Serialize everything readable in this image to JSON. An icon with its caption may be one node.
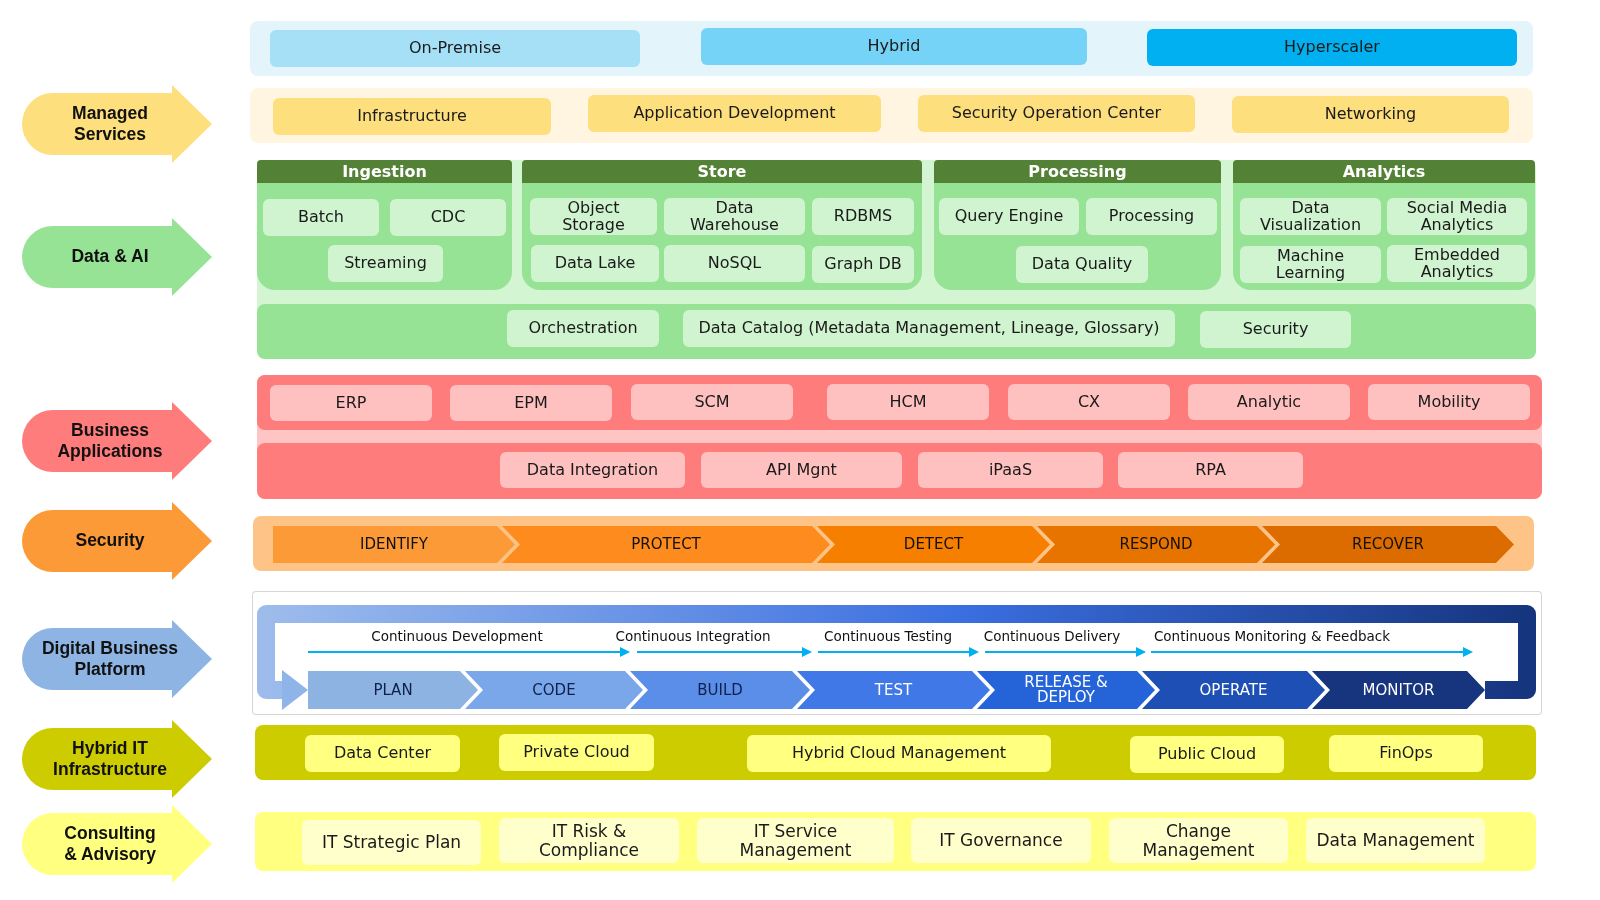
{
  "diagram": {
    "nodes": [
      {
        "text": [],
        "shape": "box"
      },
      {
        "text": [
          "On-Premise"
        ],
        "in": 0
      },
      {
        "text": [
          "Hybrid"
        ],
        "in": 0
      },
      {
        "text": [
          "Hyperscaler"
        ],
        "in": 0
      },
      {
        "text": [
          "Managed Services"
        ]
      },
      {
        "text": [],
        "shape": "box"
      },
      {
        "text": [
          "Infrastructure"
        ],
        "in": 5
      },
      {
        "text": [
          "Application Development"
        ],
        "in": 5
      },
      {
        "text": [
          "Security Operation Center"
        ],
        "in": 5
      },
      {
        "text": [
          "Networking"
        ],
        "in": 5
      },
      {
        "text": [
          "Data & AI"
        ]
      },
      {
        "text": [],
        "shape": "box"
      },
      {
        "text": [
          "Ingestion"
        ],
        "in": 11
      },
      {
        "text": [
          "Batch"
        ],
        "in": 12
      },
      {
        "text": [
          "CDC"
        ],
        "in": 12
      },
      {
        "text": [
          "Streaming"
        ],
        "in": 12
      },
      {
        "text": [
          "Store"
        ],
        "in": 11
      },
      {
        "text": [
          "Object Storage"
        ],
        "in": 16
      },
      {
        "text": [
          "Data Warehouse"
        ],
        "in": 16
      },
      {
        "text": [
          "RDBMS"
        ],
        "in": 16
      },
      {
        "text": [
          "Data Lake"
        ],
        "in": 16
      },
      {
        "text": [
          "NoSQL"
        ],
        "in": 16
      },
      {
        "text": [
          "Graph DB"
        ],
        "in": 16
      },
      {
        "text": [
          "Processing"
        ],
        "in": 11
      },
      {
        "text": [
          "Query Engine"
        ],
        "in": 23
      },
      {
        "text": [
          "Processing"
        ],
        "in": 23
      },
      {
        "text": [
          "Data Quality"
        ],
        "in": 23
      },
      {
        "text": [
          "Analytics"
        ],
        "in": 11
      },
      {
        "text": [
          "Data Visualization"
        ],
        "in": 27
      },
      {
        "text": [
          "Social Media Analytics"
        ],
        "in": 27
      },
      {
        "text": [
          "Machine Learning"
        ],
        "in": 27
      },
      {
        "text": [
          "Embedded Analytics"
        ],
        "in": 27
      },
      {
        "text": [],
        "shape": "box",
        "in": 11
      },
      {
        "text": [
          "Orchestration"
        ],
        "in": 32
      },
      {
        "text": [
          "Data Catalog (Metadata Management, Lineage, Glossary)"
        ],
        "in": 32
      },
      {
        "text": [
          "Security"
        ],
        "in": 32
      },
      {
        "text": [
          "Business Applications"
        ]
      },
      {
        "text": [],
        "shape": "box"
      },
      {
        "text": [],
        "shape": "box",
        "in": 37
      },
      {
        "text": [
          "ERP"
        ],
        "in": 38
      },
      {
        "text": [
          "EPM"
        ],
        "in": 38
      },
      {
        "text": [
          "SCM"
        ],
        "in": 38
      },
      {
        "text": [
          "HCM"
        ],
        "in": 38
      },
      {
        "text": [
          "CX"
        ],
        "in": 38
      },
      {
        "text": [
          "Analytic"
        ],
        "in": 38
      },
      {
        "text": [
          "Mobility"
        ],
        "in": 38
      },
      {
        "text": [],
        "shape": "box",
        "in": 37
      },
      {
        "text": [
          "Data Integration"
        ],
        "in": 46
      },
      {
        "text": [
          "API Mgnt"
        ],
        "in": 46
      },
      {
        "text": [
          "iPaaS"
        ],
        "in": 46
      },
      {
        "text": [
          "RPA"
        ],
        "in": 46
      },
      {
        "text": [
          "Security"
        ]
      },
      {
        "text": [],
        "shape": "box"
      },
      {
        "text": [
          "IDENTIFY"
        ],
        "in": 52
      },
      {
        "text": [
          "PROTECT"
        ],
        "in": 52
      },
      {
        "text": [
          "DETECT"
        ],
        "in": 52
      },
      {
        "text": [
          "RESPOND"
        ],
        "in": 52
      },
      {
        "text": [
          "RECOVER"
        ],
        "in": 52
      },
      {
        "text": [
          "Digital Business Platform"
        ]
      },
      {
        "text": [],
        "shape": "box"
      },
      {
        "text": [
          "PLAN"
        ],
        "in": 59
      },
      {
        "text": [
          "CODE"
        ],
        "in": 59
      },
      {
        "text": [
          "BUILD"
        ],
        "in": 59
      },
      {
        "text": [
          "TEST"
        ],
        "in": 59
      },
      {
        "text": [
          "RELEASE & DEPLOY"
        ],
        "in": 59
      },
      {
        "text": [
          "OPERATE"
        ],
        "in": 59
      },
      {
        "text": [
          "MONITOR"
        ],
        "in": 59
      },
      {
        "text": [
          "Hybrid IT Infrastructure"
        ]
      },
      {
        "text": [],
        "shape": "box"
      },
      {
        "text": [
          "Data Center"
        ],
        "in": 68
      },
      {
        "text": [
          "Private Cloud"
        ],
        "in": 68
      },
      {
        "text": [
          "Hybrid Cloud Management"
        ],
        "in": 68
      },
      {
        "text": [
          "Public Cloud"
        ],
        "in": 68
      },
      {
        "text": [
          "FinOps"
        ],
        "in": 68
      },
      {
        "text": [
          "Consulting & Advisory"
        ]
      },
      {
        "text": [],
        "shape": "box"
      },
      {
        "text": [
          "IT Strategic Plan"
        ],
        "in": 75
      },
      {
        "text": [
          "IT Risk & Compliance"
        ],
        "in": 75
      },
      {
        "text": [
          "IT Service Management"
        ],
        "in": 75
      },
      {
        "text": [
          "IT Governance"
        ],
        "in": 75
      },
      {
        "text": [
          "Change Management"
        ],
        "in": 75
      },
      {
        "text": [
          "Data Management"
        ],
        "in": 75
      }
    ],
    "edges": [
      {
        "from": 66,
        "to": 60,
        "arrow": "to",
        "style": "thick"
      }
    ],
    "labels": [
      "Continuous Development",
      "Continuous Integration",
      "Continuous Testing",
      "Continuous Delivery",
      "Continuous Monitoring & Feedback"
    ]
  }
}
